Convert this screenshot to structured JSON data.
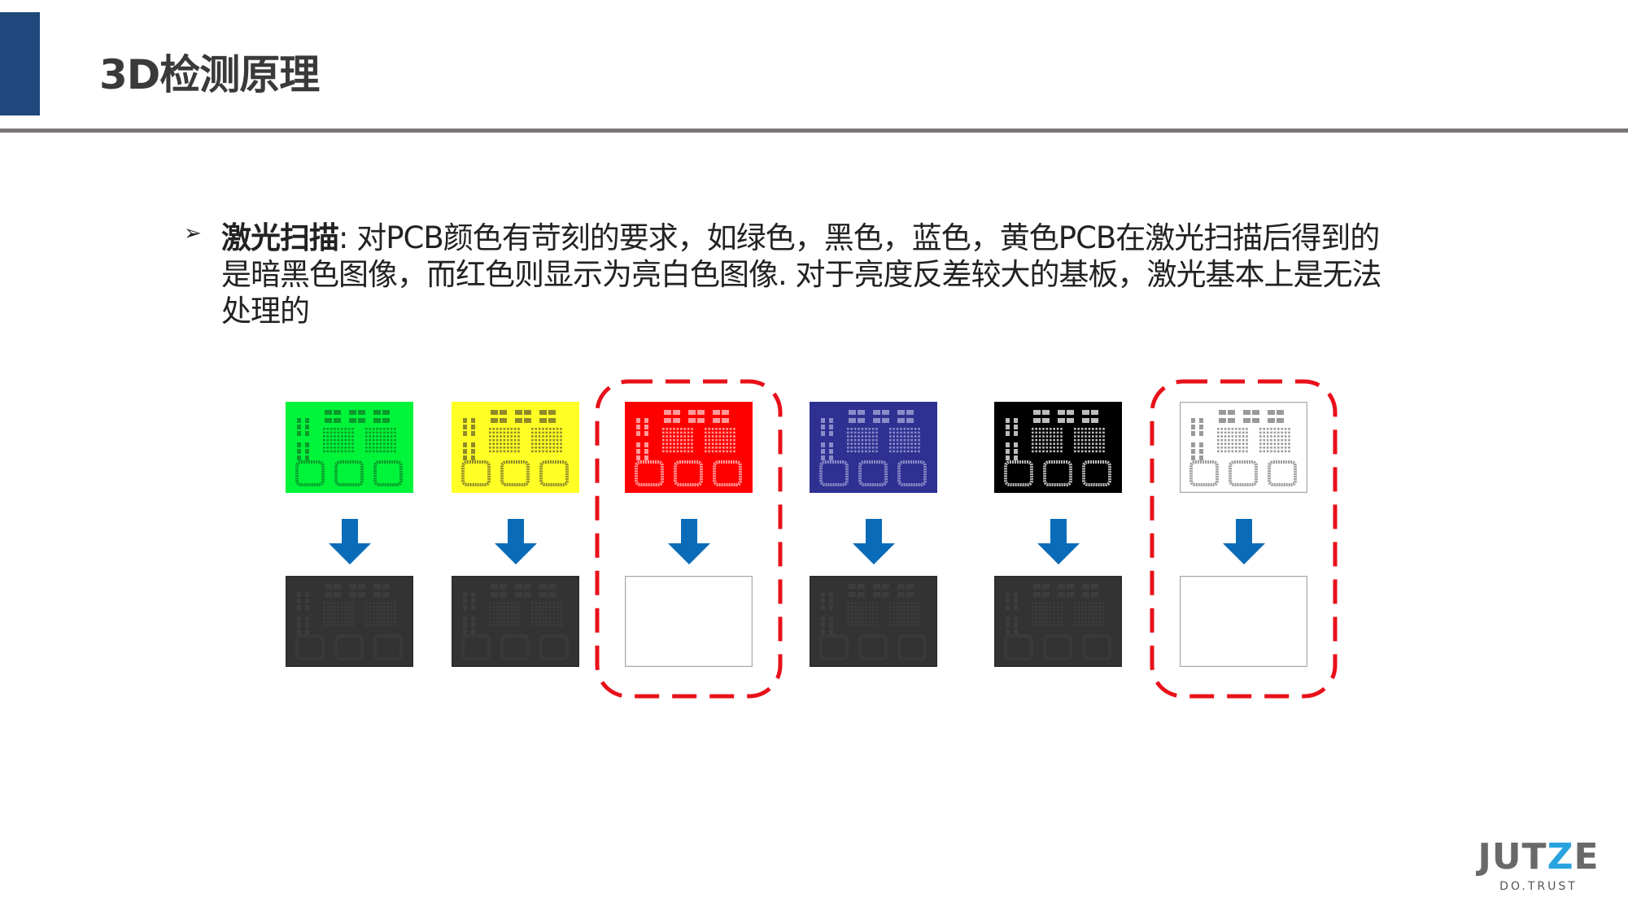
{
  "title": "3D检测原理",
  "bullet": {
    "label": "激光扫描",
    "colon": ":",
    "lines": [
      "对PCB颜色有苛刻的要求，如绿色，黑色，蓝色，黄色PCB在激光扫描后得到的",
      "是暗黑色图像，而红色则显示为亮白色图像. 对于亮度反差较大的基板，激光基本上是无法",
      "处理的"
    ]
  },
  "boards": [
    {
      "name": "green",
      "color": "#00f53a",
      "pad": "#0a9a2a",
      "result": "dark",
      "highlighted": false
    },
    {
      "name": "yellow",
      "color": "#ffff26",
      "pad": "#8f8a2a",
      "result": "dark",
      "highlighted": false
    },
    {
      "name": "red",
      "color": "#ff0000",
      "pad": "#ff9a9a",
      "result": "bright",
      "highlighted": true
    },
    {
      "name": "blue",
      "color": "#2e3192",
      "pad": "#8a8cc8",
      "result": "dark",
      "highlighted": false
    },
    {
      "name": "black",
      "color": "#000000",
      "pad": "#bcbcbc",
      "result": "dark",
      "highlighted": false
    },
    {
      "name": "white",
      "color": "#ffffff",
      "pad": "#9a9a9a",
      "result": "bright",
      "highlighted": true
    }
  ],
  "colors": {
    "accent": "#1f497d",
    "arrow": "#0a6cb8",
    "dash": "#e8101a",
    "dark_result": "#333333"
  },
  "logo": {
    "main_1": "JUT",
    "main_z": "Z",
    "main_2": "E",
    "sub": "DO.TRUST"
  }
}
